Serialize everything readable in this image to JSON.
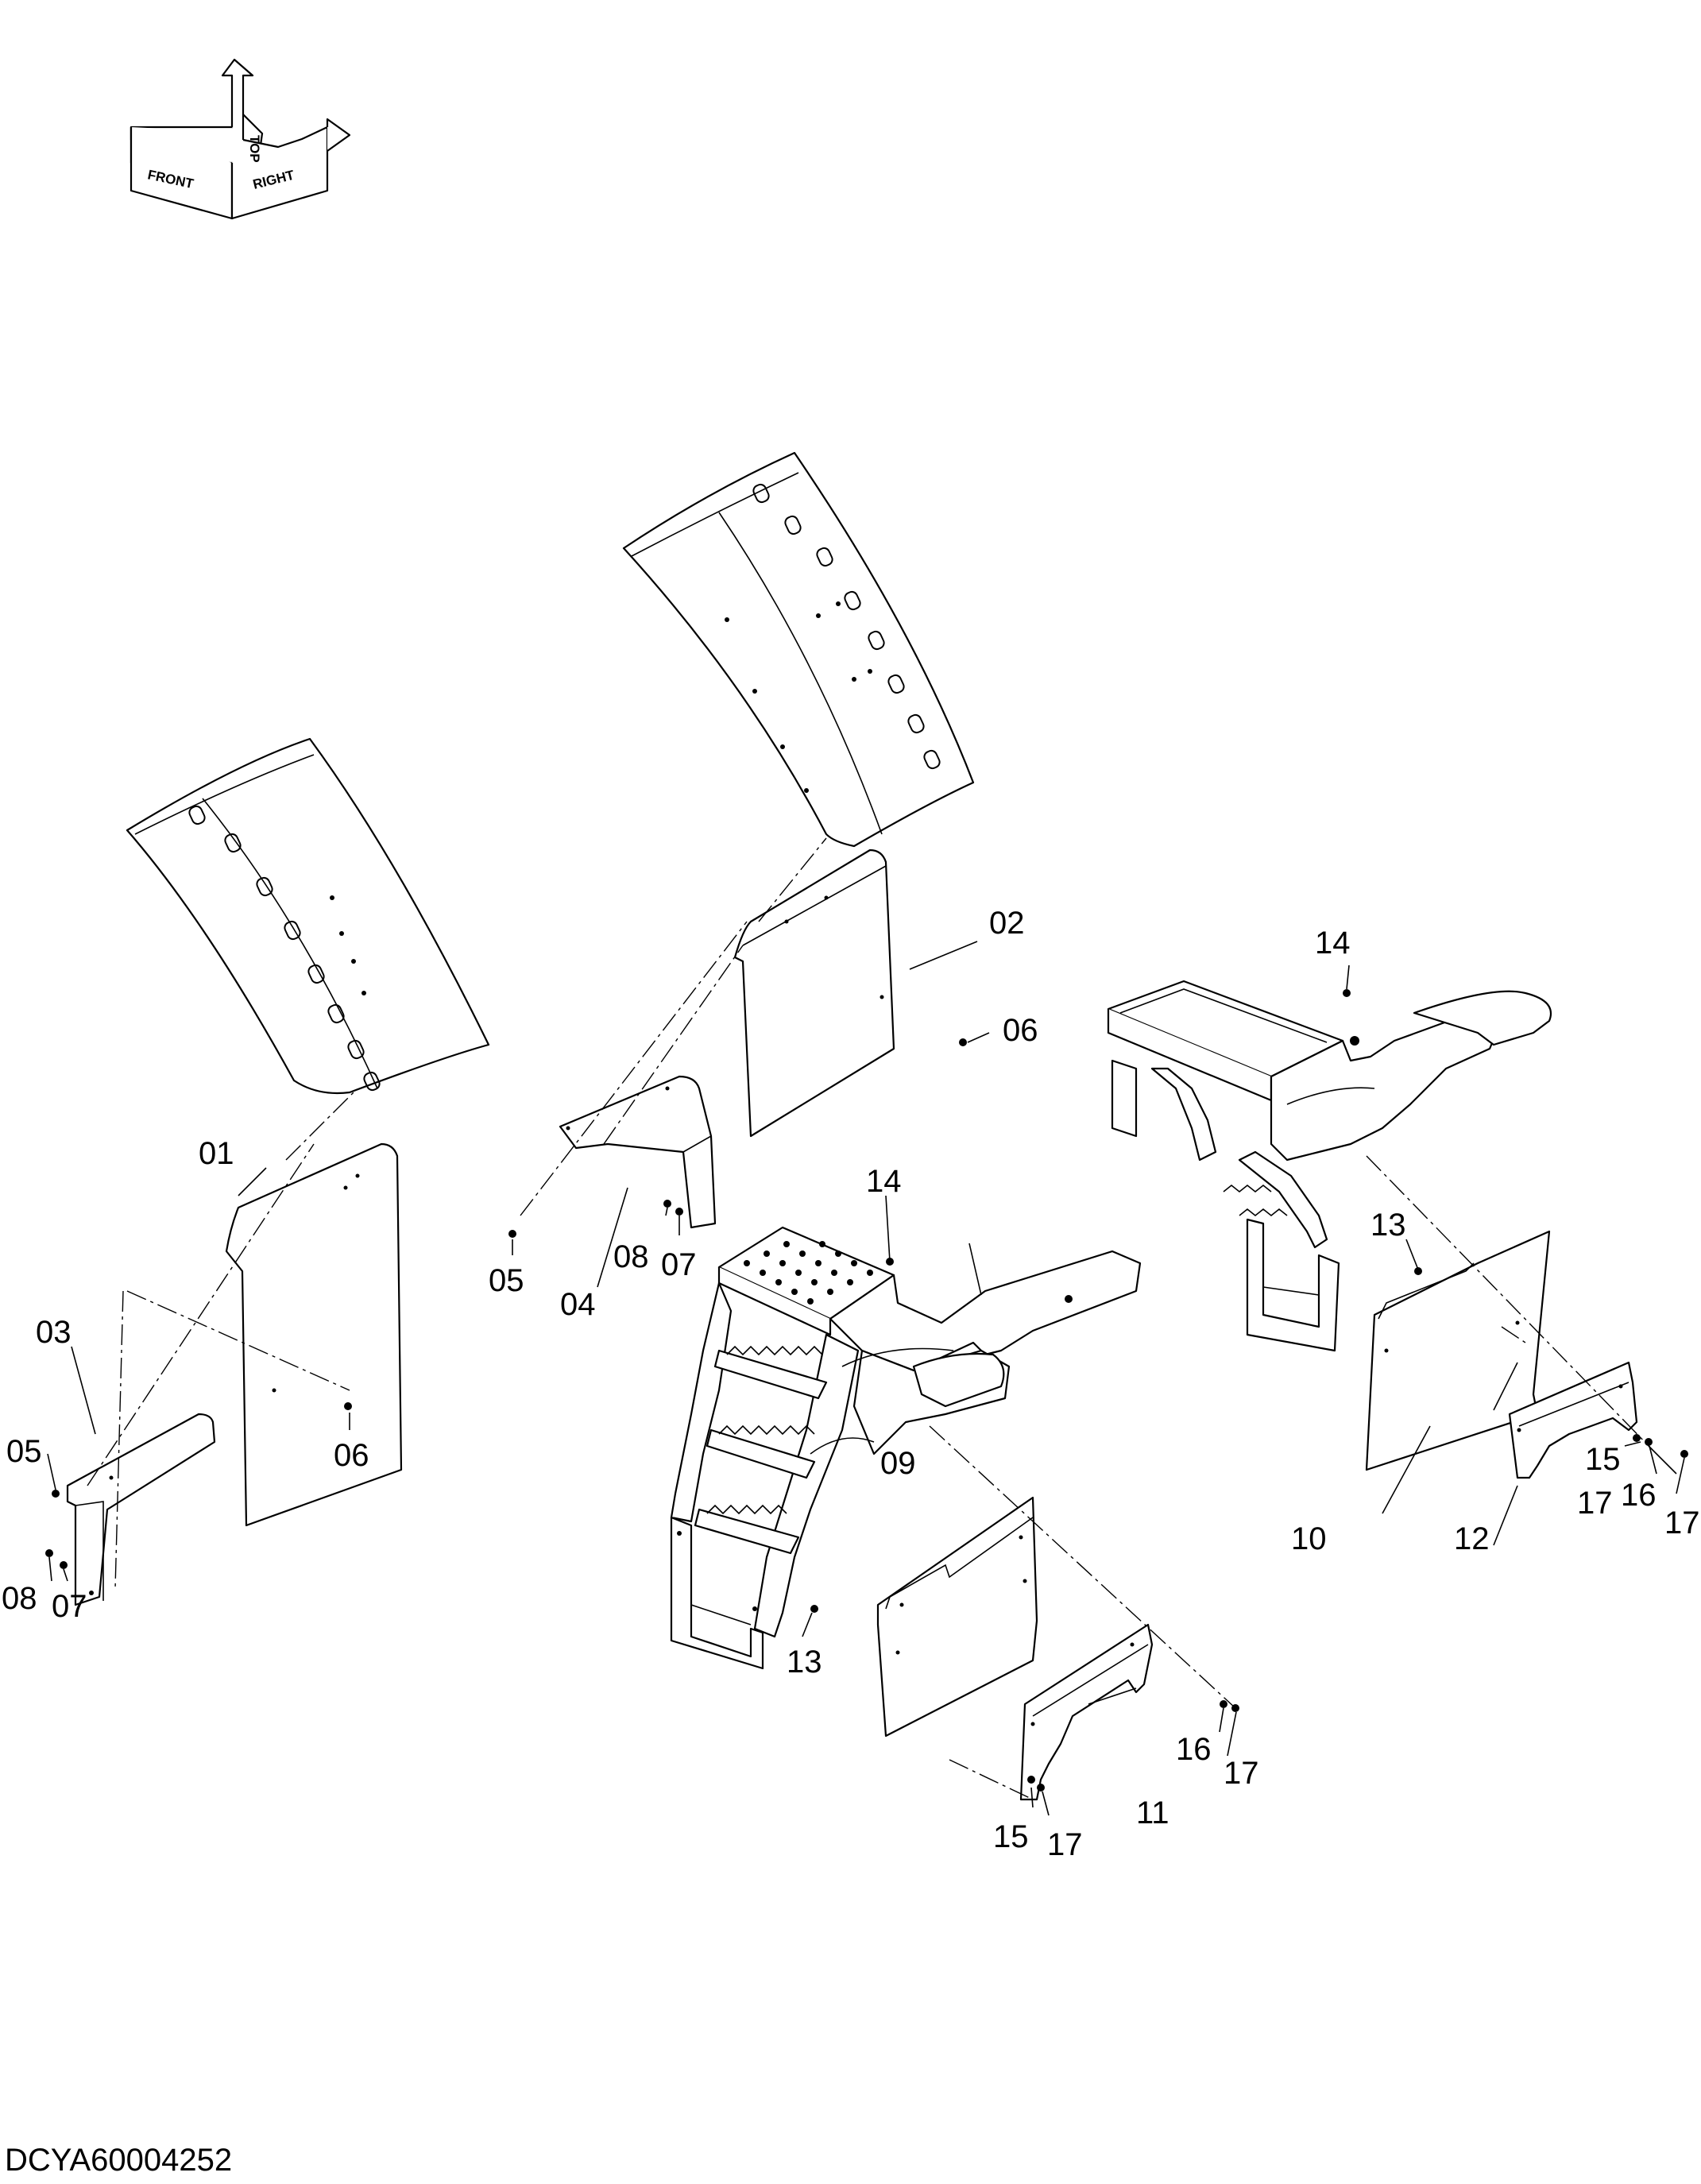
{
  "drawing": {
    "id": "DCYA60004252",
    "orientation": {
      "front": "FRONT",
      "top": "TOP",
      "right": "RIGHT"
    }
  },
  "callouts": [
    {
      "key": "c01",
      "label": "01"
    },
    {
      "key": "c02",
      "label": "02"
    },
    {
      "key": "c03",
      "label": "03"
    },
    {
      "key": "c04",
      "label": "04"
    },
    {
      "key": "c05a",
      "label": "05"
    },
    {
      "key": "c05b",
      "label": "05"
    },
    {
      "key": "c06a",
      "label": "06"
    },
    {
      "key": "c06b",
      "label": "06"
    },
    {
      "key": "c07a",
      "label": "07"
    },
    {
      "key": "c07b",
      "label": "07"
    },
    {
      "key": "c08a",
      "label": "08"
    },
    {
      "key": "c08b",
      "label": "08"
    },
    {
      "key": "c09",
      "label": "09"
    },
    {
      "key": "c10",
      "label": "10"
    },
    {
      "key": "c11",
      "label": "11"
    },
    {
      "key": "c12",
      "label": "12"
    },
    {
      "key": "c13a",
      "label": "13"
    },
    {
      "key": "c13b",
      "label": "13"
    },
    {
      "key": "c14a",
      "label": "14"
    },
    {
      "key": "c14b",
      "label": "14"
    },
    {
      "key": "c15a",
      "label": "15"
    },
    {
      "key": "c15b",
      "label": "15"
    },
    {
      "key": "c16a",
      "label": "16"
    },
    {
      "key": "c16b",
      "label": "16"
    },
    {
      "key": "c17a",
      "label": "17"
    },
    {
      "key": "c17b",
      "label": "17"
    },
    {
      "key": "c17c",
      "label": "17"
    },
    {
      "key": "c17d",
      "label": "17"
    }
  ]
}
